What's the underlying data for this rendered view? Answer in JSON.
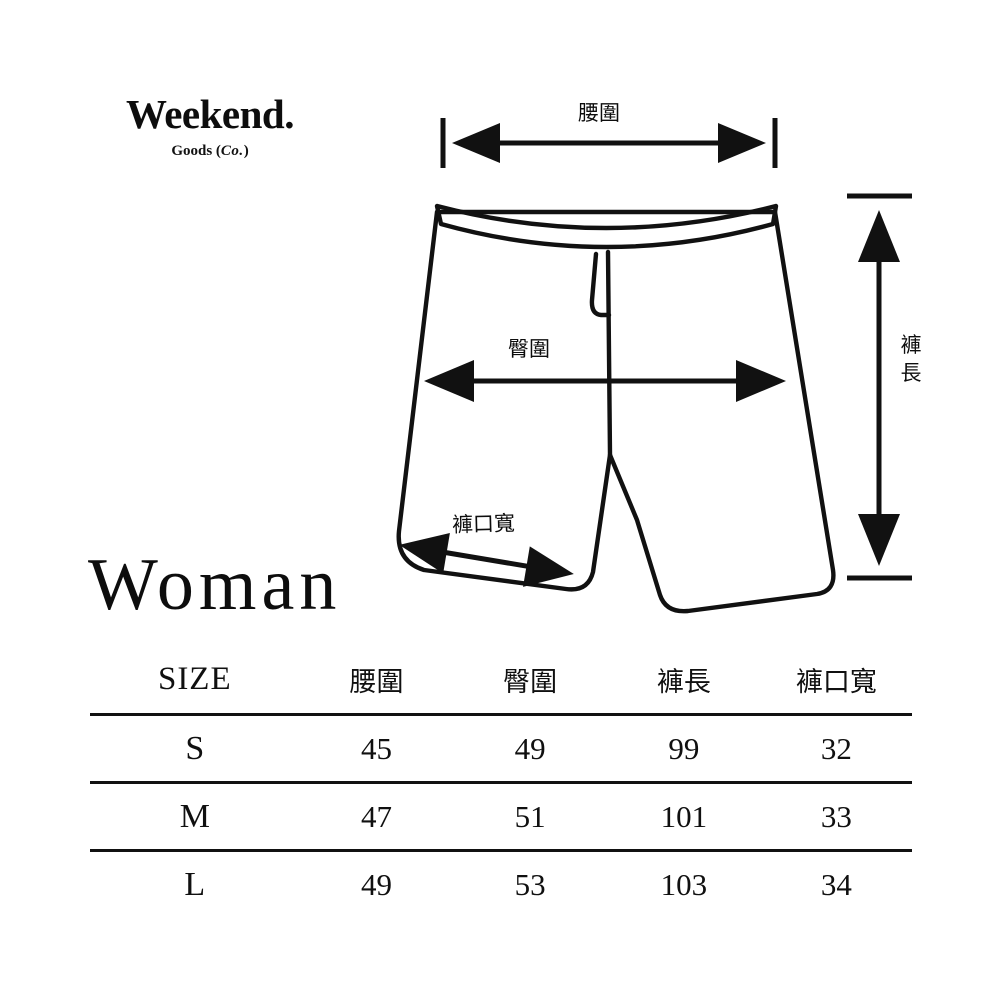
{
  "brand": {
    "name": "Weekend.",
    "subtitle_prefix": "Goods",
    "subtitle_open": "(",
    "subtitle_co": "Co.",
    "subtitle_close": ")"
  },
  "category": {
    "label": "Woman"
  },
  "diagram": {
    "garment": "shorts",
    "measurements": {
      "waist": "腰圍",
      "hip": "臀圍",
      "length": "褲長",
      "hem": "褲口寬"
    }
  },
  "table": {
    "headers": [
      "SIZE",
      "腰圍",
      "臀圍",
      "褲長",
      "褲口寬"
    ],
    "rows": [
      {
        "size": "S",
        "waist": "45",
        "hip": "49",
        "length": "99",
        "hem": "32"
      },
      {
        "size": "M",
        "waist": "47",
        "hip": "51",
        "length": "101",
        "hem": "33"
      },
      {
        "size": "L",
        "waist": "49",
        "hip": "53",
        "length": "103",
        "hem": "34"
      }
    ]
  },
  "colors": {
    "ink": "#111111",
    "background": "#ffffff"
  }
}
